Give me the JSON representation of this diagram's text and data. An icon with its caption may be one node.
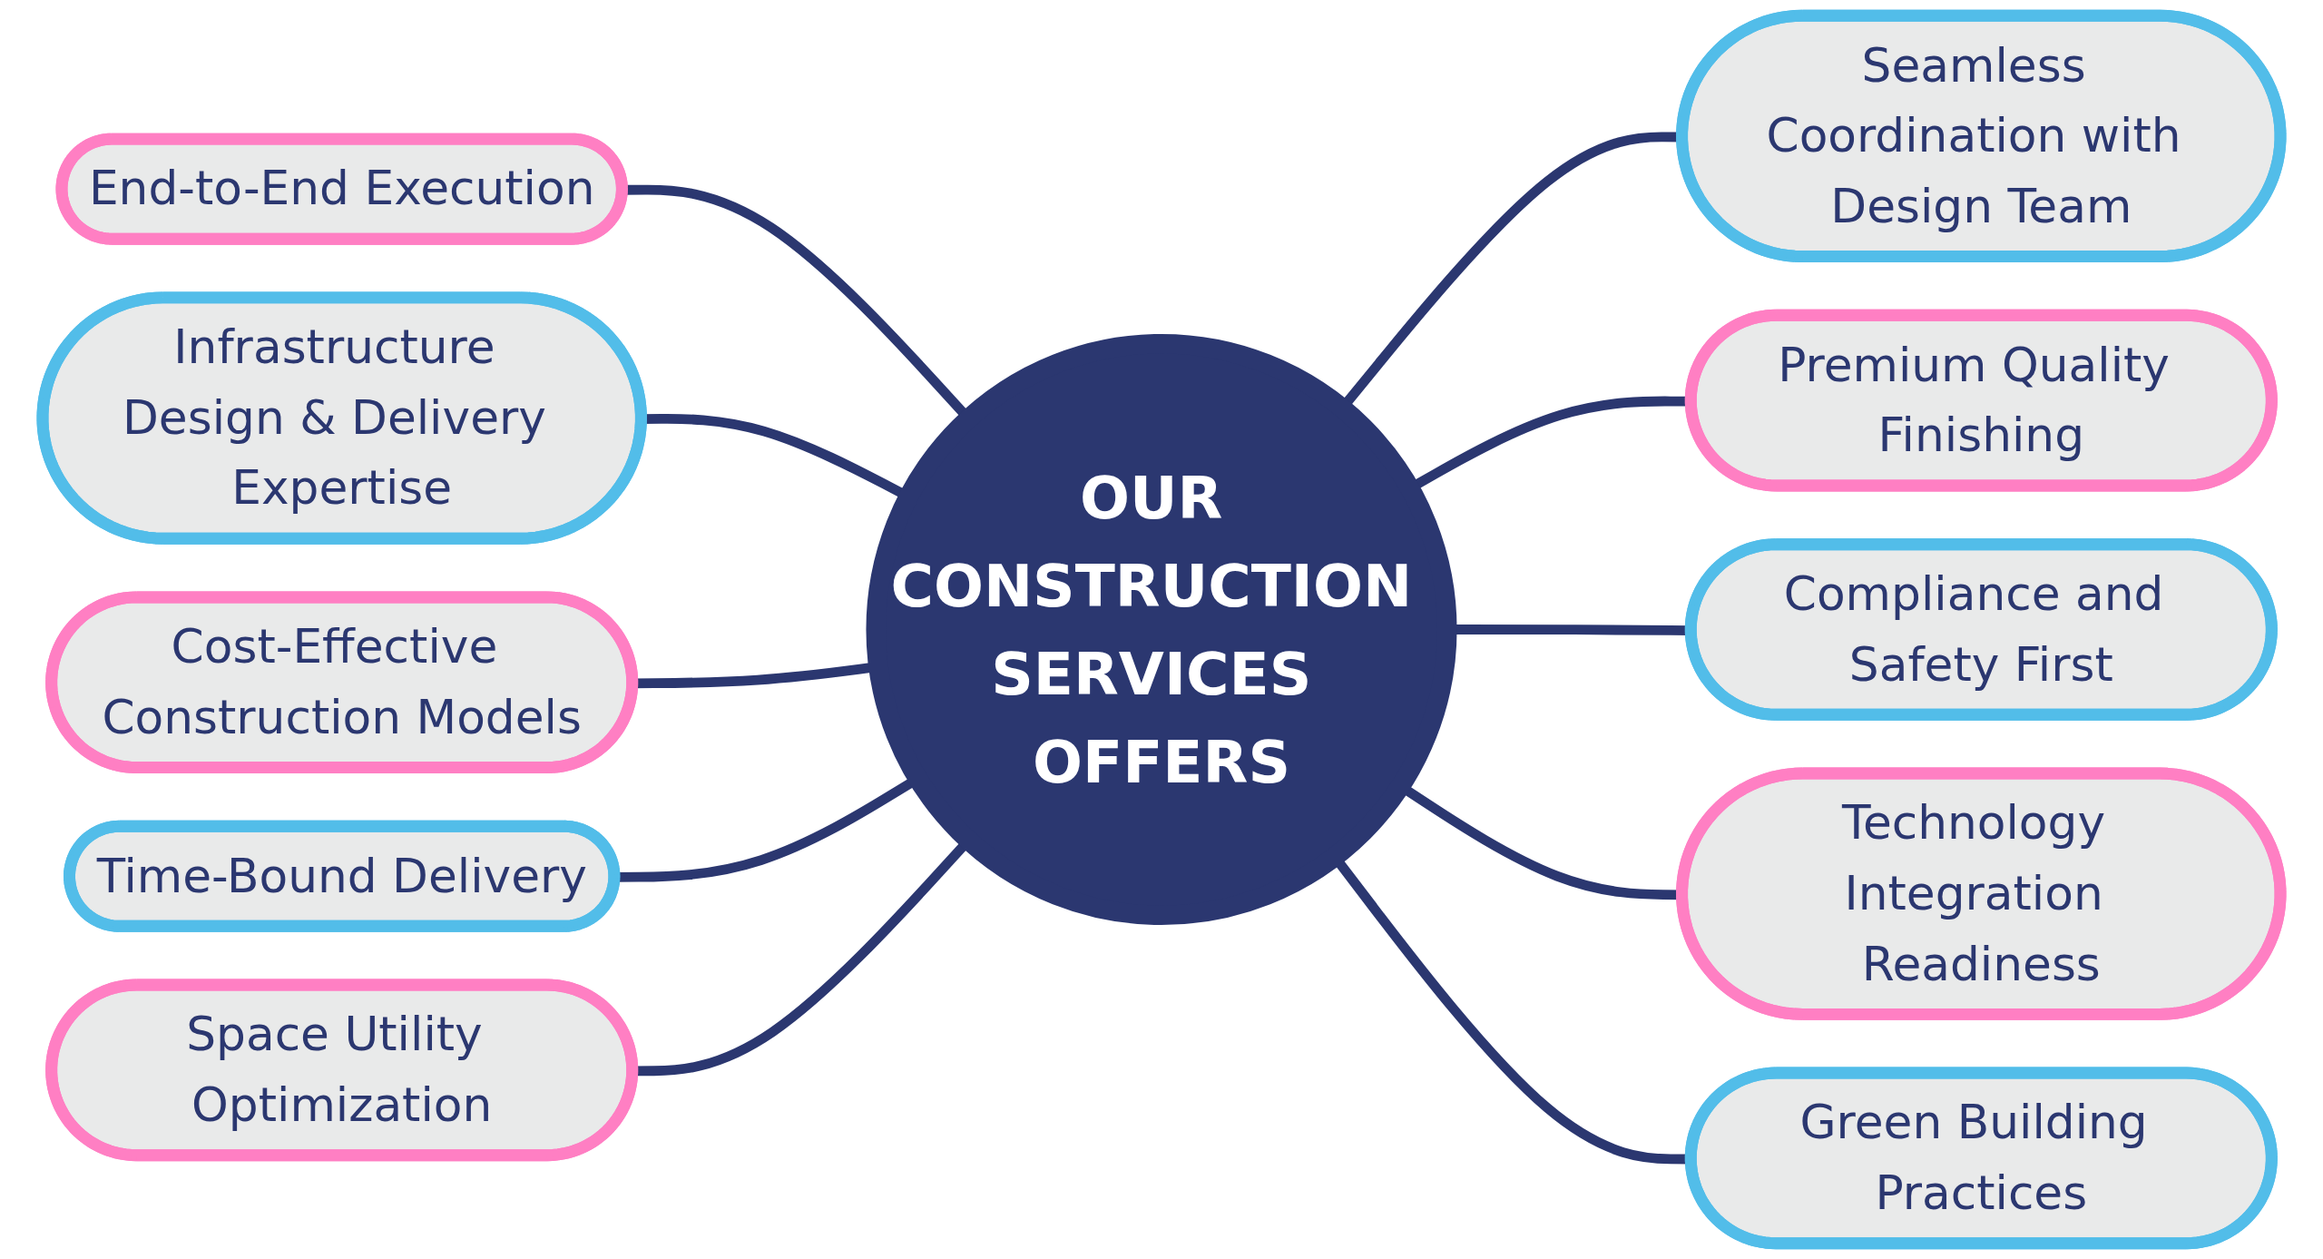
{
  "diagram": {
    "nodes": [
      {
        "text": [
          "OUR CONSTRUCTION SERVICES OFFERS"
        ]
      },
      {
        "text": [
          "End-to-End Execution"
        ]
      },
      {
        "text": [
          "Infrastructure Design & Delivery Expertise"
        ]
      },
      {
        "text": [
          "Cost-Effective Construction Models"
        ]
      },
      {
        "text": [
          "Time-Bound Delivery"
        ]
      },
      {
        "text": [
          "Space Utility Optimization"
        ]
      },
      {
        "text": [
          "Seamless Coordination with Design Team"
        ]
      },
      {
        "text": [
          "Premium Quality Finishing"
        ]
      },
      {
        "text": [
          "Compliance and Safety First"
        ]
      },
      {
        "text": [
          "Technology Integration Readiness"
        ]
      },
      {
        "text": [
          "Green Building Practices"
        ]
      }
    ],
    "edges": [
      {
        "from": 1,
        "to": 0,
        "arrow": "none"
      },
      {
        "from": 2,
        "to": 0,
        "arrow": "none"
      },
      {
        "from": 3,
        "to": 0,
        "arrow": "none"
      },
      {
        "from": 4,
        "to": 0,
        "arrow": "none"
      },
      {
        "from": 5,
        "to": 0,
        "arrow": "none"
      },
      {
        "from": 0,
        "to": 6,
        "arrow": "none"
      },
      {
        "from": 0,
        "to": 7,
        "arrow": "none"
      },
      {
        "from": 0,
        "to": 8,
        "arrow": "none"
      },
      {
        "from": 0,
        "to": 9,
        "arrow": "none"
      },
      {
        "from": 0,
        "to": 10,
        "arrow": "none"
      }
    ]
  }
}
